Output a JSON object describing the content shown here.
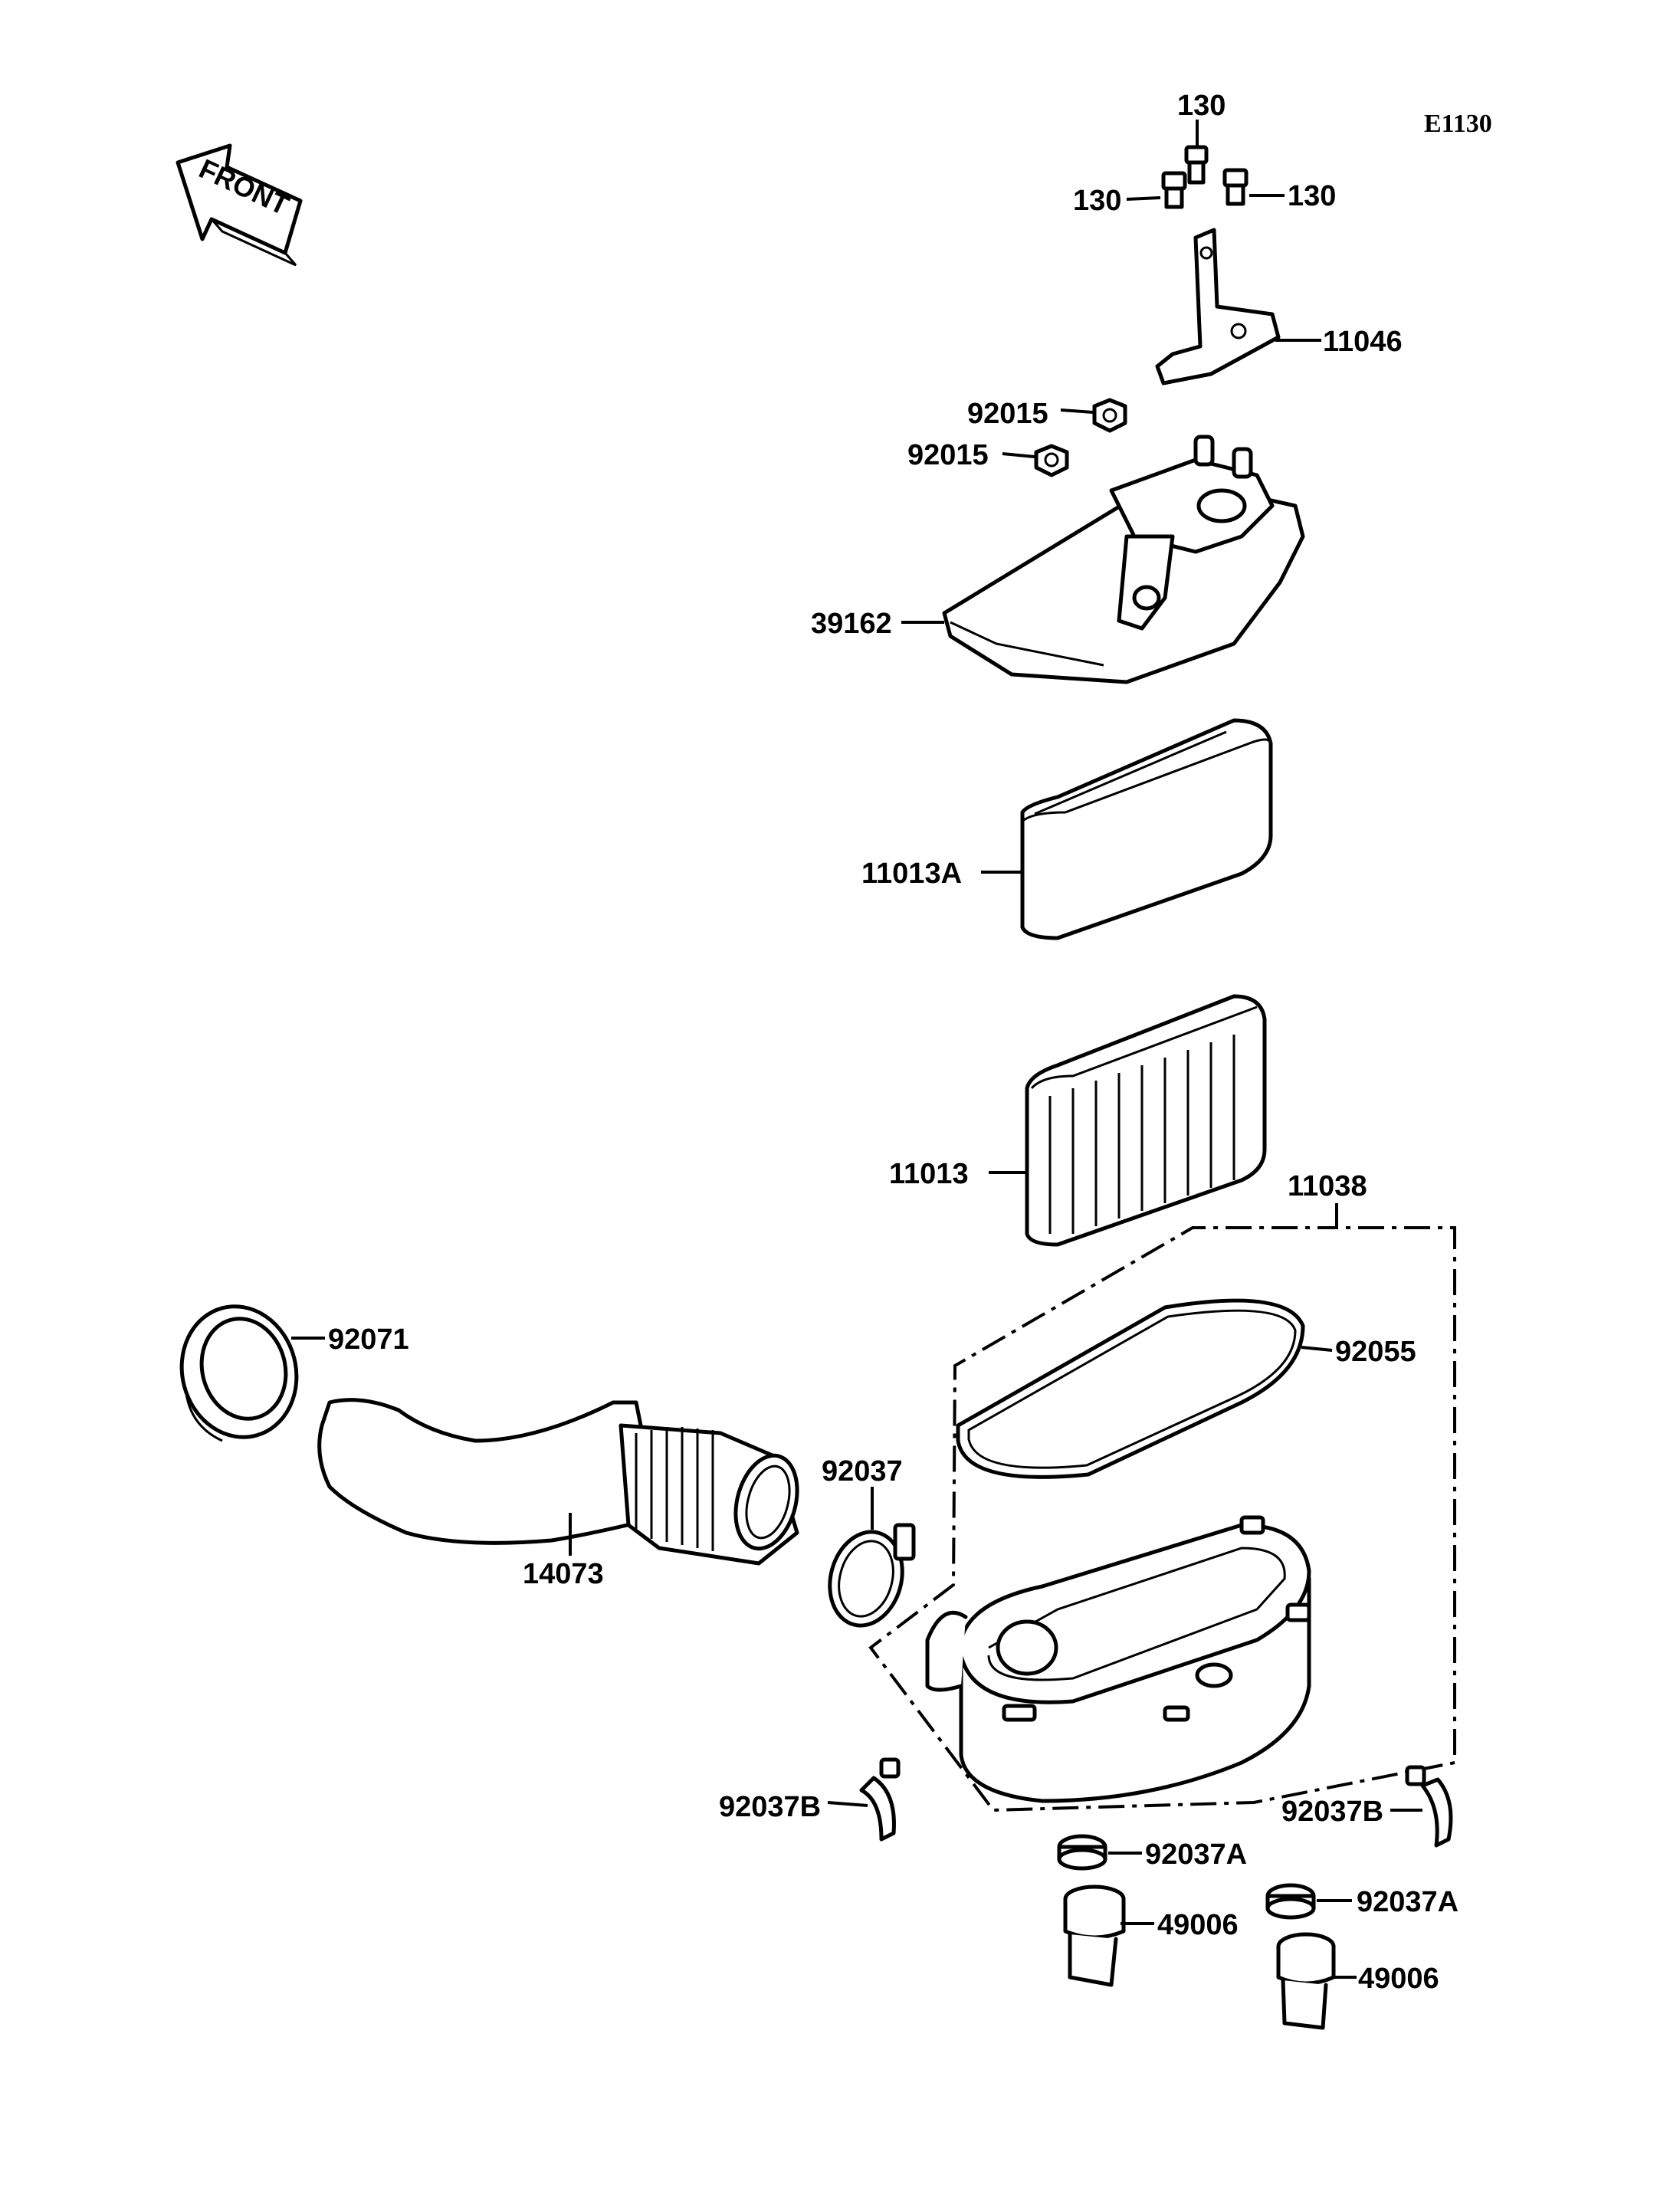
{
  "diagram": {
    "code": "E1130",
    "front_label": "FRONT",
    "callouts": {
      "bolt_top": "130",
      "bolt_left": "130",
      "bolt_right": "130",
      "bracket": "11046",
      "nut_upper": "92015",
      "nut_lower": "92015",
      "cover": "39162",
      "filter_cover": "11013A",
      "filter_element": "11013",
      "case_assy": "11038",
      "gasket": "92055",
      "seal_ring": "92071",
      "clamp": "92037",
      "duct": "14073",
      "clip_left": "92037B",
      "clip_right": "92037B",
      "band_left": "92037A",
      "band_right": "92037A",
      "drain_left": "49006",
      "drain_right": "49006"
    }
  }
}
